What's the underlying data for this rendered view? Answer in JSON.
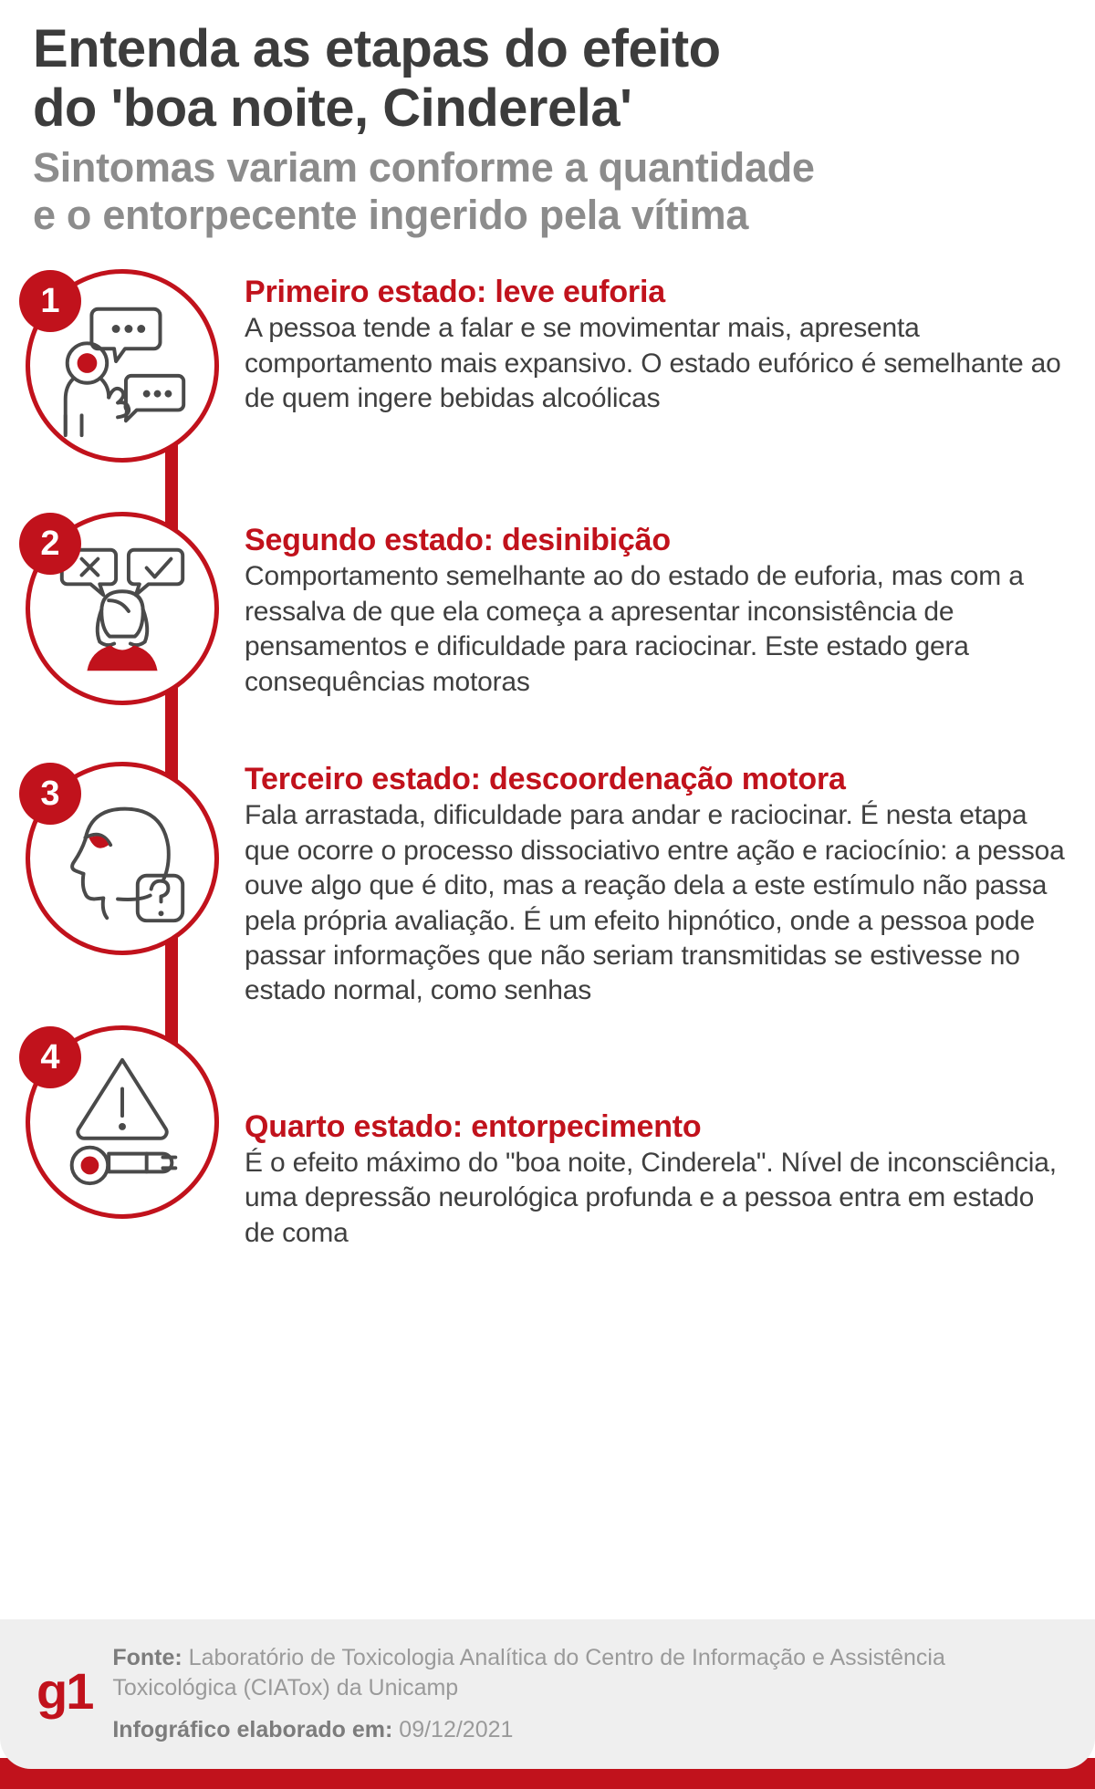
{
  "header": {
    "title_line1": "Entenda as etapas do efeito",
    "title_line2": "do 'boa noite, Cinderela'",
    "subtitle_line1": "Sintomas variam conforme a quantidade",
    "subtitle_line2": "e o entorpecente ingerido pela vítima"
  },
  "accent_color": "#c1121c",
  "title_color": "#3c3c3c",
  "subtitle_color": "#8c8c8c",
  "body_color": "#3f3f3f",
  "steps": [
    {
      "number": "1",
      "icon": "person-speech-bubbles-icon",
      "title": "Primeiro estado: leve euforia",
      "body": "A pessoa tende a falar e se movimentar mais, apresenta comportamento mais expansivo. O estado eufórico é semelhante ao de quem ingere bebidas alcoólicas"
    },
    {
      "number": "2",
      "icon": "woman-check-cross-bubbles-icon",
      "title": "Segundo estado: desinibição",
      "body": "Comportamento semelhante ao do estado de euforia, mas com a ressalva de que ela começa a apresentar inconsistência de pensamentos e dificuldade para raciocinar. Este estado gera consequências motoras"
    },
    {
      "number": "3",
      "icon": "head-profile-question-icon",
      "title": "Terceiro estado: descoordenação motora",
      "body": "Fala arrastada, dificuldade para andar e raciocinar. É nesta etapa que ocorre o processo dissociativo entre ação e raciocínio: a pessoa ouve algo que é dito, mas a reação dela a este estímulo não passa pela própria avaliação. É um efeito hipnótico, onde a pessoa pode passar informações que não seriam transmitidas se estivesse no estado normal, como senhas"
    },
    {
      "number": "4",
      "icon": "warning-triangle-unconscious-person-icon",
      "title": "Quarto estado: entorpecimento",
      "body": "É o efeito máximo do \"boa noite, Cinderela\". Nível de inconsciência, uma depressão neurológica profunda e a pessoa entra em estado de coma"
    }
  ],
  "footer": {
    "logo": "g1",
    "source_label": "Fonte:",
    "source_text": " Laboratório de Toxicologia Analítica do Centro de Informação e Assistência Toxicológica (CIATox) da Unicamp",
    "date_label": "Infográfico elaborado em:",
    "date_value": " 09/12/2021"
  }
}
